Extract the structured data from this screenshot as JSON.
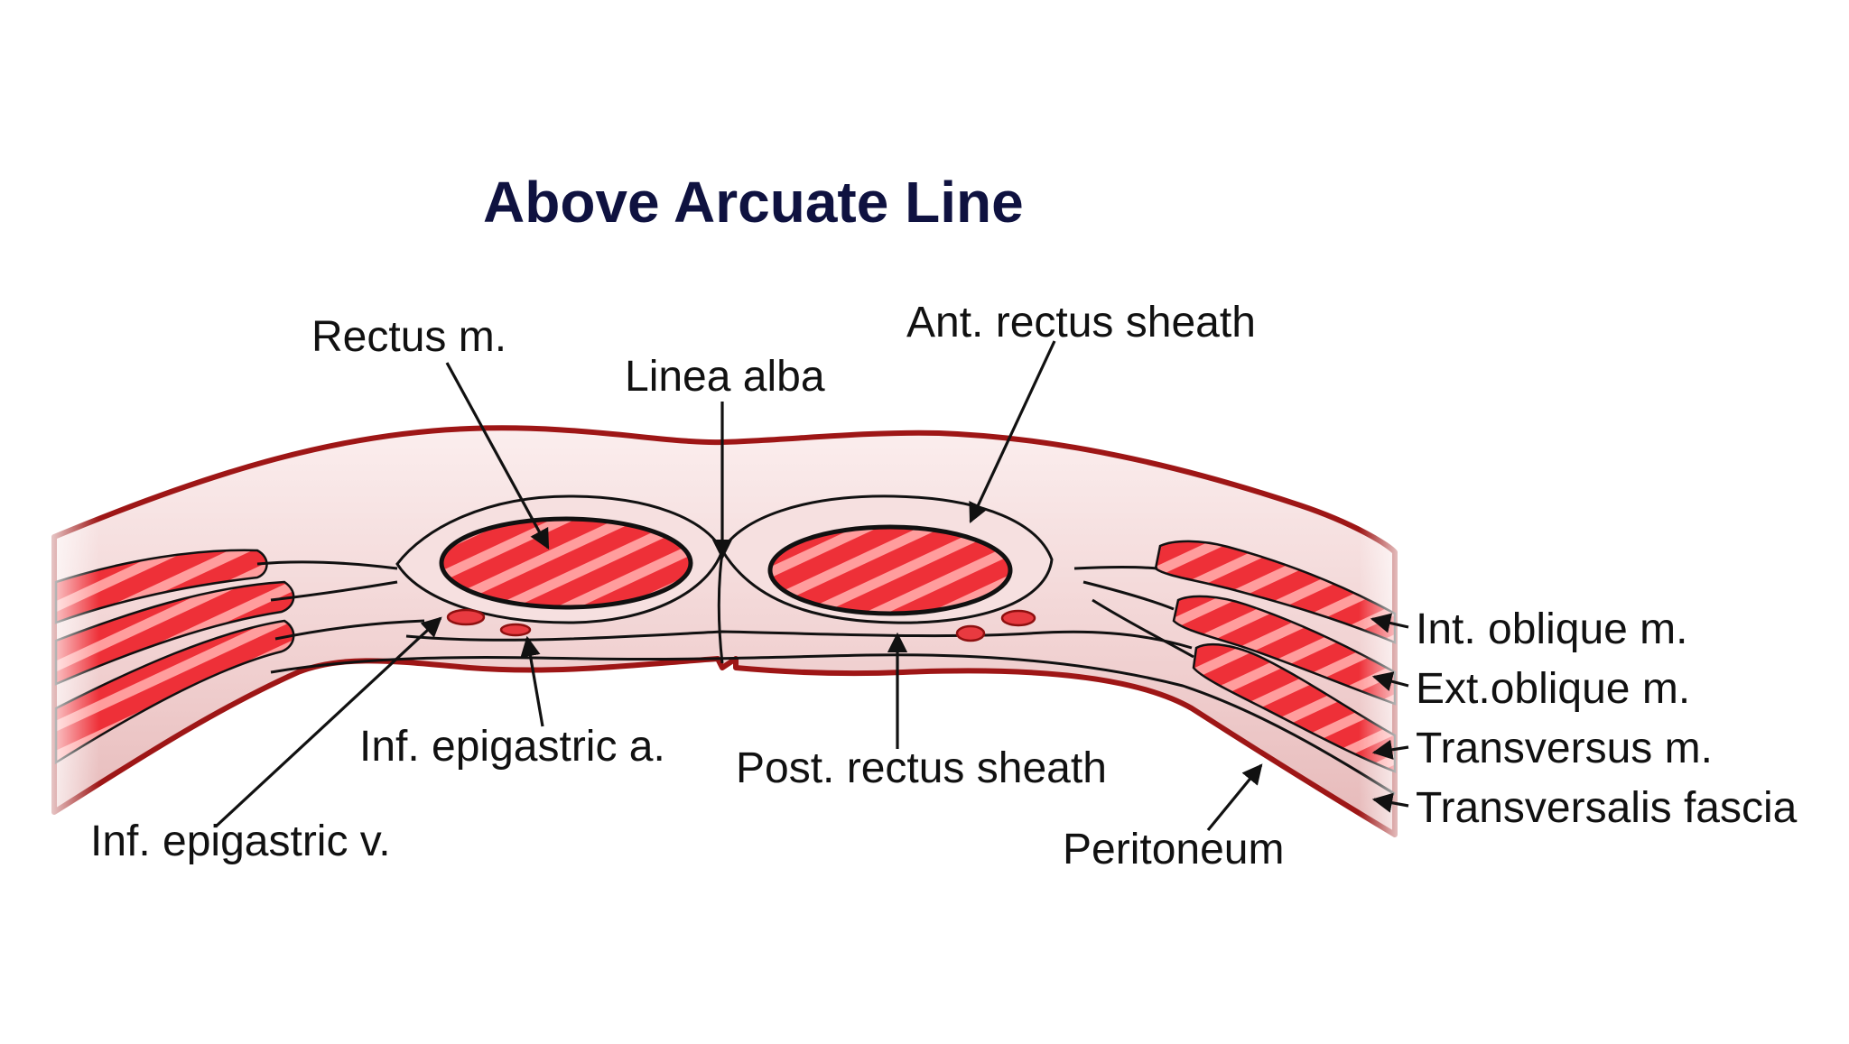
{
  "title": "Above Arcuate Line",
  "labels": {
    "rectus_m": "Rectus m.",
    "linea_alba": "Linea alba",
    "ant_rectus_sheath": "Ant. rectus sheath",
    "int_oblique_m": "Int. oblique m.",
    "ext_oblique_m": "Ext.oblique m.",
    "transversus_m": "Transversus m.",
    "transversalis_fascia": "Transversalis fascia",
    "peritoneum": "Peritoneum",
    "post_rectus_sheath": "Post. rectus sheath",
    "inf_epigastric_a": "Inf. epigastric a.",
    "inf_epigastric_v": "Inf. epigastric v."
  },
  "colors": {
    "title": "#0f1240",
    "muscle_red": "#ec2e36",
    "muscle_light": "#ffb3b3",
    "tissue_pink": "#f3d9d9",
    "tissue_rim": "#9e1616",
    "text": "#111111"
  }
}
